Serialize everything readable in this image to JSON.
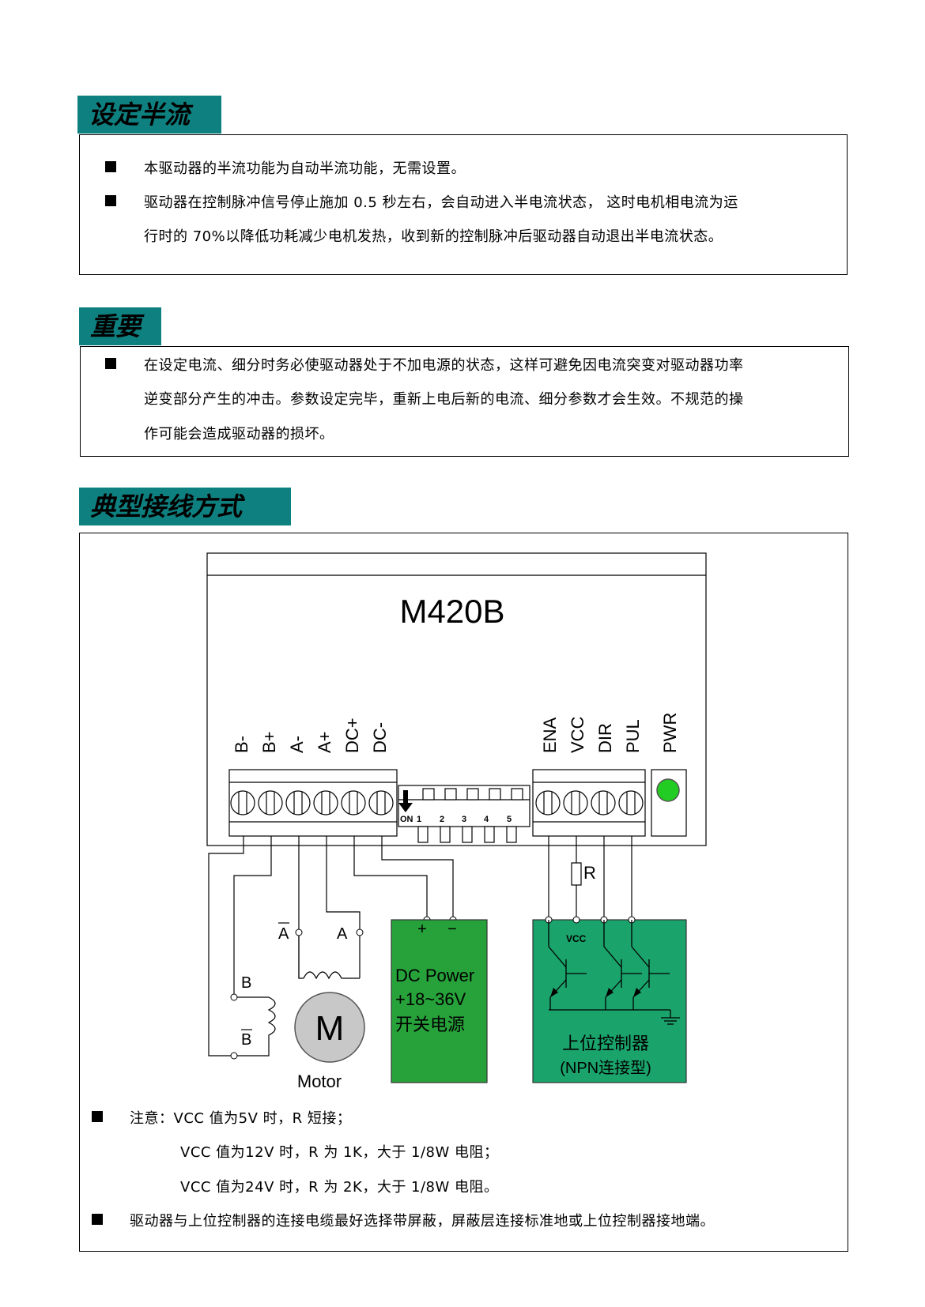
{
  "sections": {
    "half_current": {
      "title": "设定半流",
      "item1": "本驱动器的半流功能为自动半流功能，无需设置。",
      "item2_line1": "驱动器在控制脉冲信号停止施加 0.5 秒左右，会自动进入半电流状态， 这时电机相电流为运",
      "item2_line2": "行时的 70%以降低功耗减少电机发热，收到新的控制脉冲后驱动器自动退出半电流状态。"
    },
    "important": {
      "title": "重要",
      "line1": "在设定电流、细分时务必使驱动器处于不加电源的状态，这样可避免因电流突变对驱动器功率",
      "line2": "逆变部分产生的冲击。参数设定完毕，重新上电后新的电流、细分参数才会生效。不规范的操",
      "line3": "作可能会造成驱动器的损坏。"
    },
    "wiring": {
      "title": "典型接线方式",
      "model": "M420B",
      "left_terminals": [
        "B-",
        "B+",
        "A-",
        "A+",
        "DC+",
        "DC-"
      ],
      "right_terminals": [
        "ENA",
        "VCC",
        "DIR",
        "PUL"
      ],
      "pwr_label": "PWR",
      "dip_on": "ON",
      "dip_numbers": [
        "1",
        "2",
        "3",
        "4",
        "5"
      ],
      "resistor_label": "R",
      "motor_labels": {
        "a_bar": "A",
        "a": "A",
        "b": "B",
        "b_bar": "B",
        "m": "M",
        "motor": "Motor"
      },
      "power_box": {
        "plus": "+",
        "minus": "−",
        "line1": "DC Power",
        "line2": "+18~36V",
        "line3": "开关电源"
      },
      "controller_box": {
        "vcc": "VCC",
        "line1": "上位控制器",
        "line2": "(NPN连接型)"
      },
      "note1": "注意：VCC 值为5V 时，R 短接；",
      "note2": "VCC 值为12V 时，R 为 1K，大于 1/8W 电阻；",
      "note3": "VCC 值为24V 时，R 为 2K，大于 1/8W 电阻。",
      "note4": "驱动器与上位控制器的连接电缆最好选择带屏蔽，屏蔽层连接标准地或上位控制器接地端。"
    }
  },
  "colors": {
    "heading_bg": "#0f8080",
    "power_green": "#27a23a",
    "controller_green": "#1aa36b",
    "led_green": "#22cc22"
  }
}
